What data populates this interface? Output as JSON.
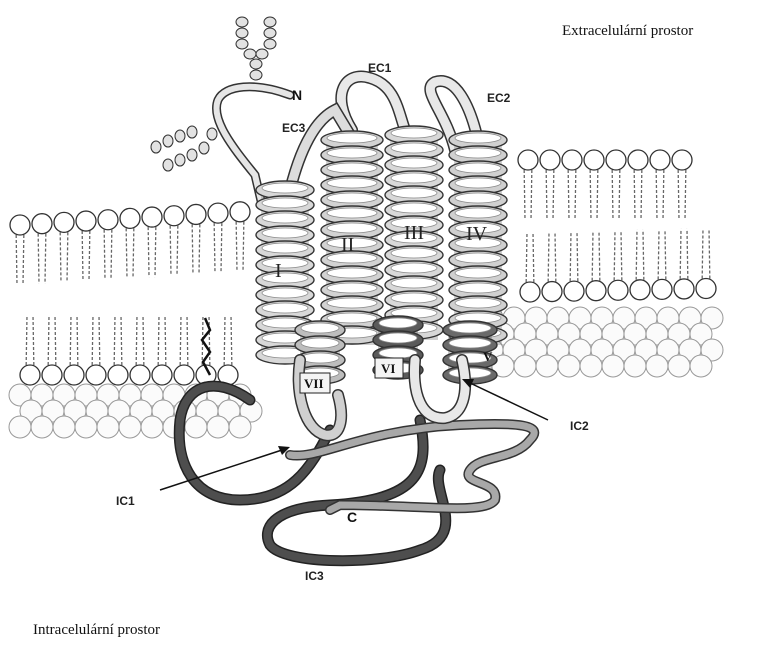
{
  "regions": {
    "extracellular": "Extracelulární prostor",
    "intracellular": "Intracelulární prostor"
  },
  "helices": {
    "h1": "I",
    "h2": "II",
    "h3": "III",
    "h4": "IV",
    "h5": "V",
    "h6": "VI",
    "h7": "VII"
  },
  "loops": {
    "ec1": "EC1",
    "ec2": "EC2",
    "ec3": "EC3",
    "ic1": "IC1",
    "ic2": "IC2",
    "ic3": "IC3"
  },
  "termini": {
    "n": "N",
    "c": "C"
  },
  "colors": {
    "helix_light": "#dcdcdc",
    "helix_mid": "#b8b8b8",
    "loop_dark": "#4a4a4a",
    "loop_gray": "#9a9a9a",
    "membrane_line": "#555555",
    "lipid_head": "#ffffff"
  }
}
